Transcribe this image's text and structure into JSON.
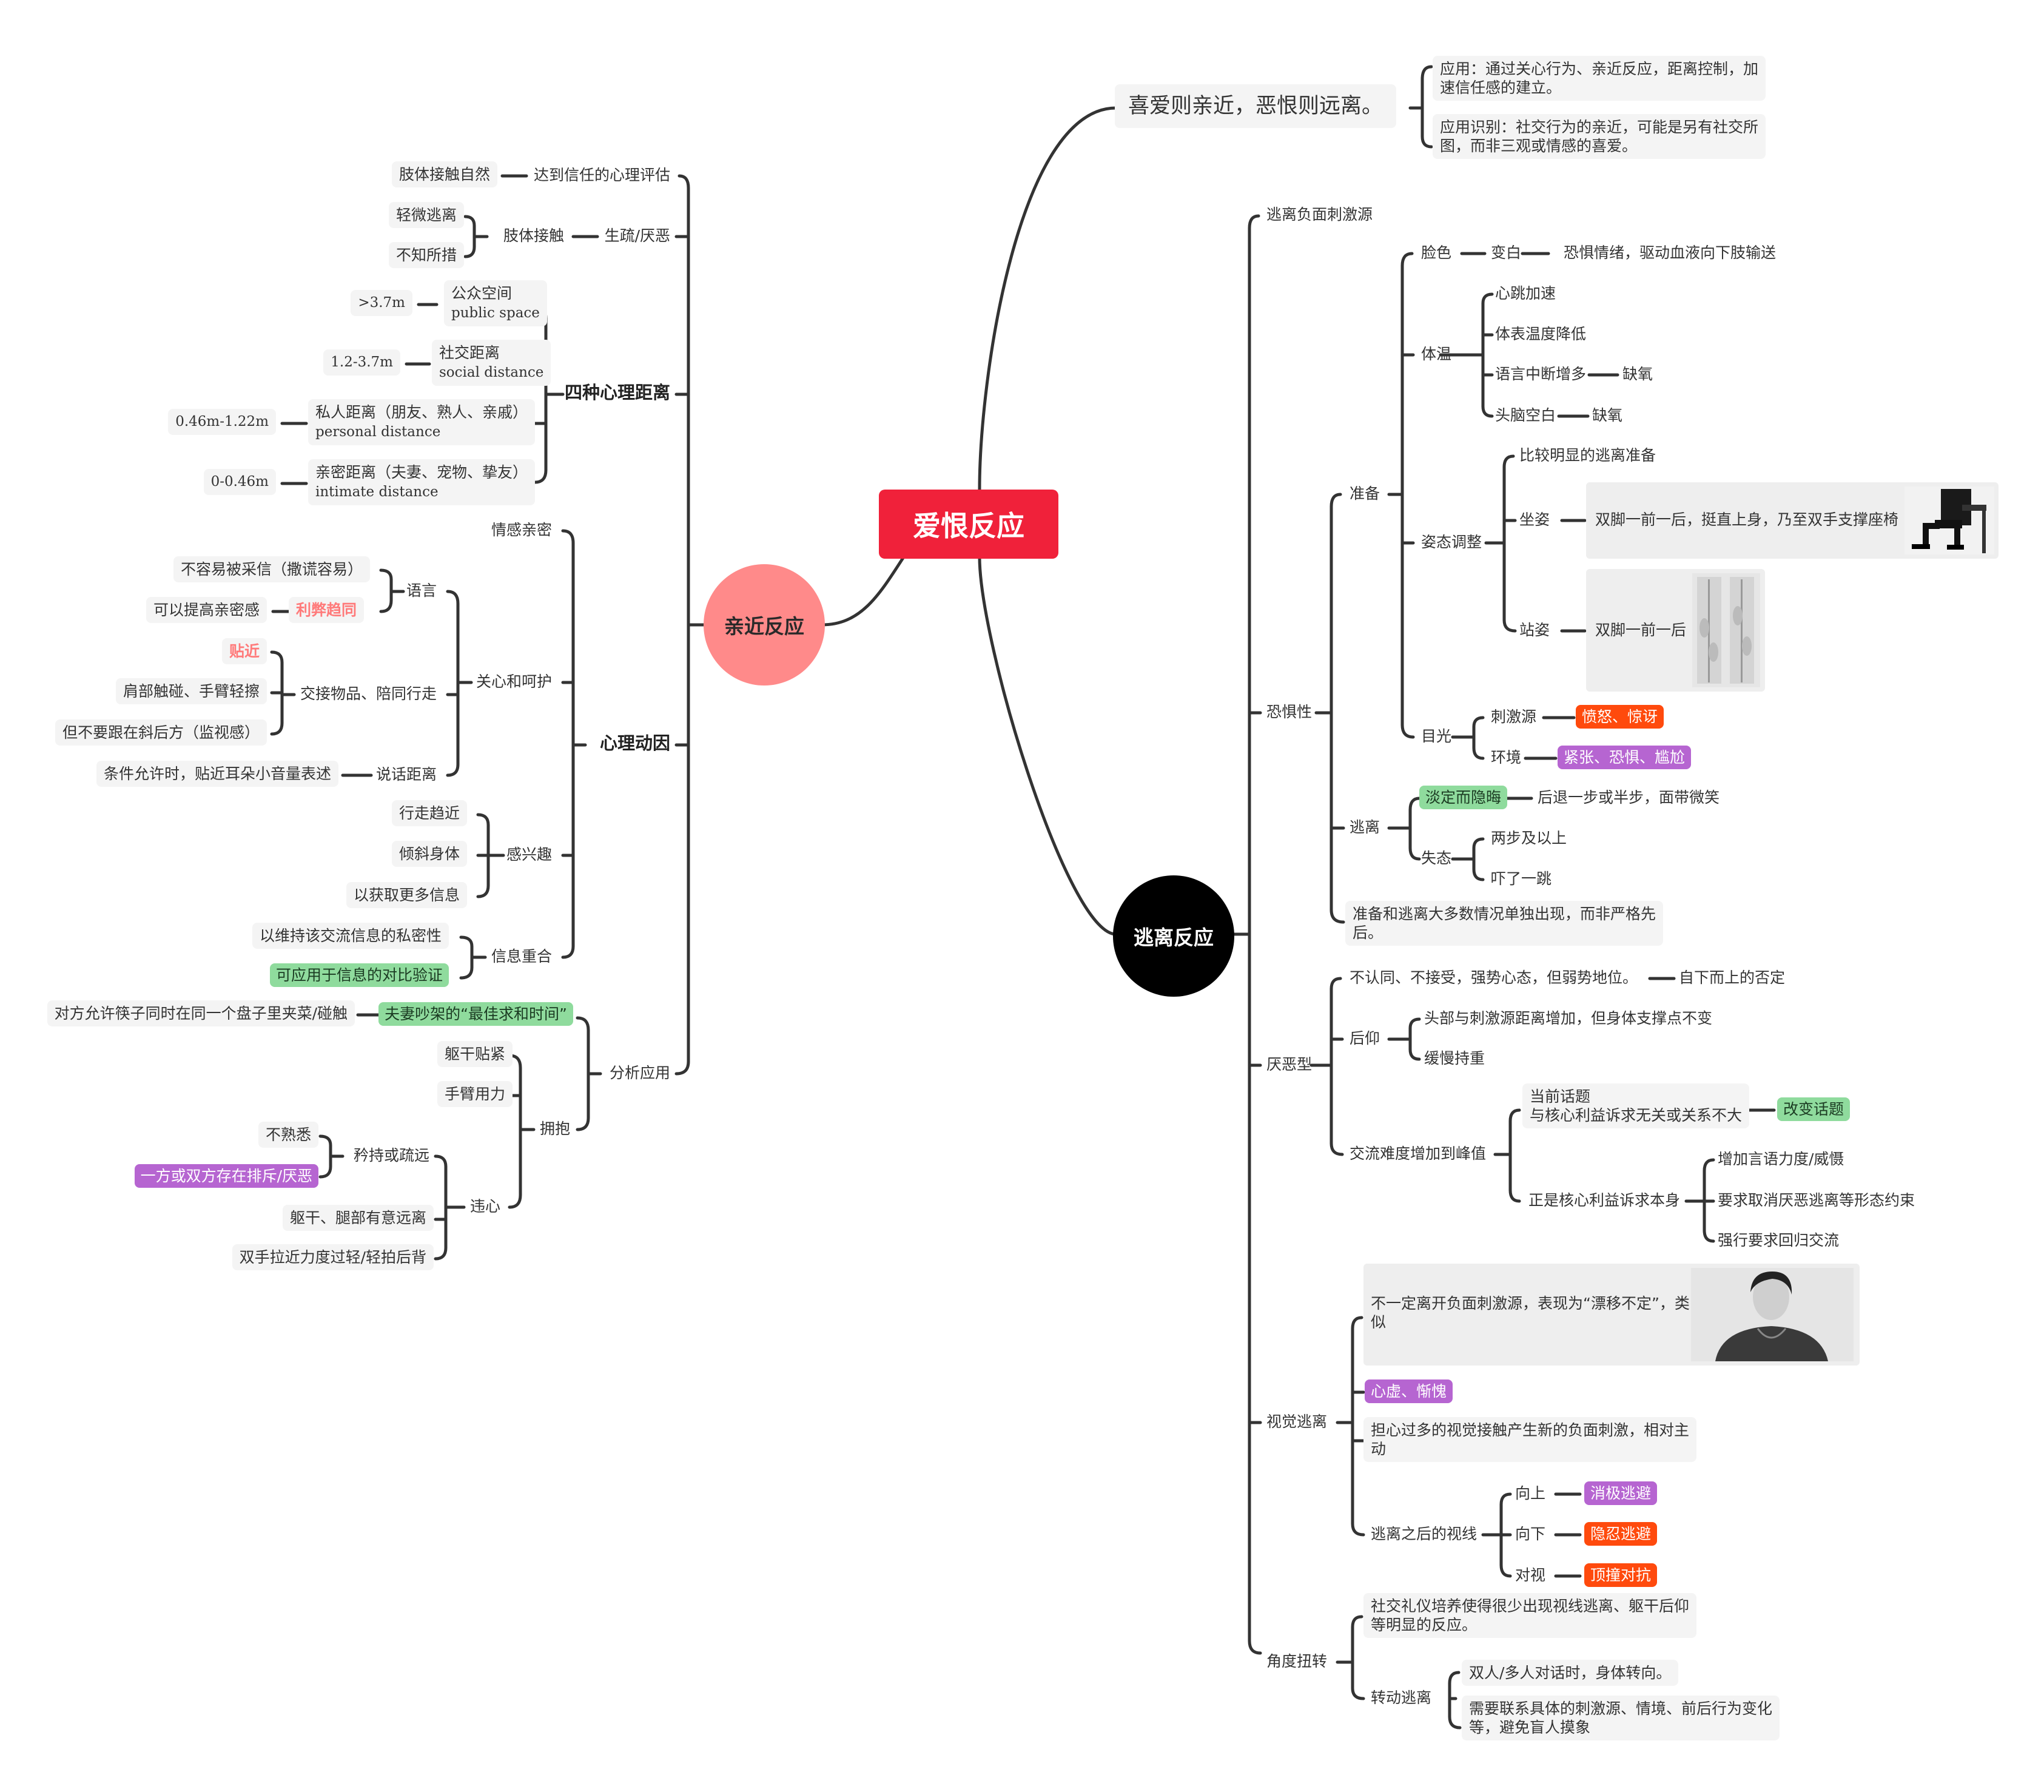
{
  "root": "爱恨反应",
  "approach": "亲近反应",
  "escape": "逃离反应",
  "top_topic": "喜爱则亲近，恶恨则远离。",
  "top_notes": [
    "应用：通过关心行为、亲近反应，距离控制，加\n速信任感的建立。",
    "应用识别：社交行为的亲近，可能是另有社交所\n图，而非三观或情感的喜爱。"
  ],
  "left": {
    "trust": "达到信任的心理评估",
    "trust_child": "肢体接触自然",
    "cold": "生疏/厌恶",
    "cold_touch": "肢体接触",
    "cold_touch_1": "轻微逃离",
    "cold_touch_2": "不知所措",
    "distance_title": "四种心理距离",
    "distance": [
      {
        "zh": "公众空间",
        "en": "public space",
        "range": ">3.7m"
      },
      {
        "zh": "社交距离",
        "en": "social distance",
        "range": "1.2-3.7m"
      },
      {
        "zh": "私人距离（朋友、熟人、亲戚）",
        "en": "personal distance",
        "range": "0.46m-1.22m"
      },
      {
        "zh": "亲密距离（夫妻、宠物、挚友）",
        "en": "intimate distance",
        "range": "0-0.46m"
      }
    ],
    "motive_title": "心理动因",
    "emotion": "情感亲密",
    "care": "关心和呵护",
    "language": "语言",
    "lang_1": "不容易被采信（撒谎容易）",
    "lang_2": "可以提高亲密感",
    "lang_2_tag": "利弊趋同",
    "exchange": "交接物品、陪同行走",
    "ex_tag": "贴近",
    "ex_1": "肩部触碰、手臂轻擦",
    "ex_2": "但不要跟在斜后方（监视感）",
    "speak": "说话距离",
    "speak_1": "条件允许时，贴近耳朵小音量表述",
    "interest": "感兴趣",
    "int_1": "行走趋近",
    "int_2": "倾斜身体",
    "int_3": "以获取更多信息",
    "overlap": "信息重合",
    "ov_1": "以维持该交流信息的私密性",
    "ov_2": "可应用于信息的对比验证",
    "analysis": "分析应用",
    "quarrel": "夫妻吵架的“最佳求和时间”",
    "quarrel_1": "对方允许筷子同时在同一个盘子里夹菜/碰触",
    "hug": "拥抱",
    "hug_1": "躯干贴紧",
    "hug_2": "手臂用力",
    "against": "违心",
    "reserved": "矜持或疏远",
    "res_1": "不熟悉",
    "res_2": "一方或双方存在排斥/厌恶",
    "ag_2": "躯干、腿部有意远离",
    "ag_3": "双手拉近力度过轻/轻拍后背"
  },
  "right": {
    "leave": "逃离负面刺激源",
    "fear": "恐惧性",
    "prep": "准备",
    "face": "脸色",
    "pale": "变白",
    "pale_1": "恐惧情绪，驱动血液向下肢输送",
    "temp": "体温",
    "temp_1": "心跳加速",
    "temp_2": "体表温度降低",
    "temp_3": "语言中断增多",
    "temp_3a": "缺氧",
    "temp_4": "头脑空白",
    "temp_4a": "缺氧",
    "posture": "姿态调整",
    "post_1": "比较明显的逃离准备",
    "sit": "坐姿",
    "sit_1": "双脚一前一后，挺直上身，乃至双手支撑座椅",
    "stand": "站姿",
    "stand_1": "双脚一前一后",
    "gaze": "目光",
    "stim": "刺激源",
    "stim_tag": "愤怒、惊讶",
    "env": "环境",
    "env_tag": "紧张、恐惧、尴尬",
    "esc": "逃离",
    "esc_tag": "淡定而隐晦",
    "esc_1": "后退一步或半步，面带微笑",
    "lose": "失态",
    "lose_1": "两步及以上",
    "lose_2": "吓了一跳",
    "prep_note": "准备和逃离大多数情况单独出现，而非严格先\n后。",
    "disgust": "厌恶型",
    "dis_1": "不认同、不接受，强势心态，但弱势地位。",
    "dis_1a": "自下而上的否定",
    "lean": "后仰",
    "lean_1": "头部与刺激源距离增加，但身体支撑点不变",
    "lean_2": "缓慢持重",
    "hard": "交流难度增加到峰值",
    "topic": "当前话题\n与核心利益诉求无关或关系不大",
    "topic_tag": "改变话题",
    "core": "正是核心利益诉求本身",
    "core_1": "增加言语力度/威慑",
    "core_2": "要求取消厌恶逃离等形态约束",
    "core_3": "强行要求回归交流",
    "visual": "视觉逃离",
    "vis_1": "不一定离开负面刺激源，表现为“漂移不定”，类\n似",
    "vis_tag": "心虚、惭愧",
    "vis_2": "担心过多的视觉接触产生新的负面刺激，相对主\n动",
    "after": "逃离之后的视线",
    "up": "向上",
    "up_tag": "消极逃避",
    "down": "向下",
    "down_tag": "隐忍逃避",
    "face_to": "对视",
    "face_tag": "顶撞对抗",
    "angle": "角度扭转",
    "ang_1": "社交礼仪培养使得很少出现视线逃离、躯干后仰\n等明显的反应。",
    "turn": "转动逃离",
    "turn_1": "双人/多人对话时，身体转向。",
    "turn_2": "需要联系具体的刺激源、情境、前后行为变化\n等，避免盲人摸象"
  },
  "colors": {
    "root": "#f0213a",
    "approach": "#ff8a8a",
    "escape": "#000000",
    "green": "#8fdb9d",
    "purple": "#b665d1",
    "orange": "#ff4a0d"
  }
}
